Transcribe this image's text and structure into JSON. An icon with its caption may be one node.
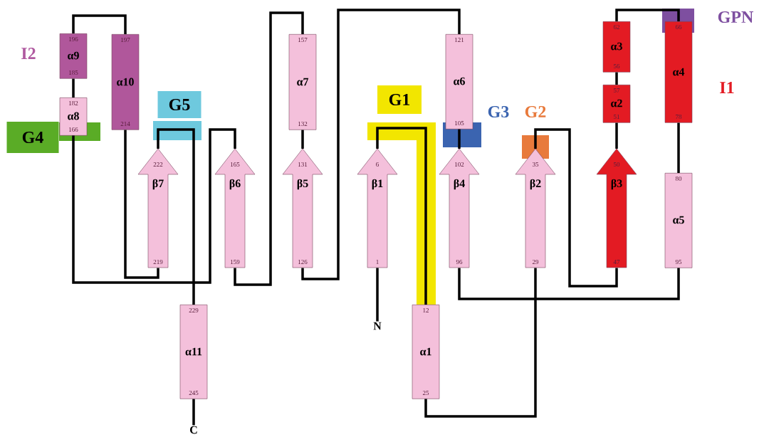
{
  "diagram": {
    "nodes": [
      {
        "text": [
          "N"
        ]
      },
      {
        "text": [
          "6",
          "β1",
          "1"
        ]
      },
      {
        "text": [
          "12",
          "α1",
          "25"
        ]
      },
      {
        "text": [
          "35",
          "β2",
          "29"
        ]
      },
      {
        "text": [
          "50",
          "β3",
          "47"
        ]
      },
      {
        "text": [
          "57",
          "α2",
          "51"
        ]
      },
      {
        "text": [
          "62",
          "α3",
          "56"
        ]
      },
      {
        "text": [
          "66",
          "α4",
          "78"
        ]
      },
      {
        "text": [
          "80",
          "α5",
          "95"
        ]
      },
      {
        "text": [
          "102",
          "β4",
          "96"
        ]
      },
      {
        "text": [
          "121",
          "α6",
          "105"
        ]
      },
      {
        "text": [
          "131",
          "β5",
          "126"
        ]
      },
      {
        "text": [
          "157",
          "α7",
          "132"
        ]
      },
      {
        "text": [
          "165",
          "β6",
          "159"
        ]
      },
      {
        "text": [
          "182",
          "α8",
          "166"
        ]
      },
      {
        "text": [
          "196",
          "α9",
          "185"
        ]
      },
      {
        "text": [
          "197",
          "α10",
          "214"
        ]
      },
      {
        "text": [
          "222",
          "β7",
          "219"
        ]
      },
      {
        "text": [
          "229",
          "α11",
          "245"
        ]
      },
      {
        "text": [
          "C"
        ]
      },
      {
        "text": [
          "G1"
        ]
      },
      {
        "text": [
          "G4"
        ]
      },
      {
        "text": [
          "G5"
        ]
      }
    ],
    "edges": [
      {
        "from": 0,
        "to": 1,
        "arrow": "none"
      },
      {
        "from": 1,
        "to": 2,
        "arrow": "none"
      },
      {
        "from": 2,
        "to": 3,
        "arrow": "none"
      },
      {
        "from": 3,
        "to": 4,
        "arrow": "none"
      },
      {
        "from": 4,
        "to": 5,
        "arrow": "none"
      },
      {
        "from": 5,
        "to": 6,
        "arrow": "none"
      },
      {
        "from": 6,
        "to": 7,
        "arrow": "none"
      },
      {
        "from": 7,
        "to": 8,
        "arrow": "none"
      },
      {
        "from": 8,
        "to": 9,
        "arrow": "none"
      },
      {
        "from": 9,
        "to": 10,
        "arrow": "none"
      },
      {
        "from": 10,
        "to": 11,
        "arrow": "none"
      },
      {
        "from": 11,
        "to": 12,
        "arrow": "none"
      },
      {
        "from": 12,
        "to": 13,
        "arrow": "none"
      },
      {
        "from": 13,
        "to": 14,
        "arrow": "none"
      },
      {
        "from": 14,
        "to": 15,
        "arrow": "none"
      },
      {
        "from": 15,
        "to": 16,
        "arrow": "none"
      },
      {
        "from": 16,
        "to": 17,
        "arrow": "none"
      },
      {
        "from": 17,
        "to": 18,
        "arrow": "none"
      },
      {
        "from": 18,
        "to": 19,
        "arrow": "none"
      }
    ],
    "labels": [
      "GPN",
      "I2",
      "I1",
      "G3",
      "G2"
    ]
  }
}
